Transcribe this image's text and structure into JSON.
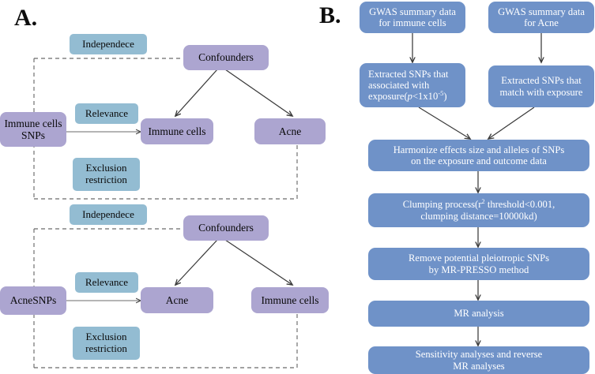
{
  "figure": {
    "panels": [
      {
        "id": "A",
        "label": "A."
      },
      {
        "id": "B",
        "label": "B."
      }
    ]
  },
  "panel_a": {
    "label": "A.",
    "diagrams": [
      {
        "id": "forward",
        "exposure_label": "Immune cells\nSNPs",
        "confounders_label": "Confounders",
        "mediator_label": "Immune cells",
        "outcome_label": "Acne",
        "assumptions": {
          "independence": "Independece",
          "relevance": "Relevance",
          "exclusion": "Exclusion\nrestriction"
        }
      },
      {
        "id": "reverse",
        "exposure_label": "AcneSNPs",
        "confounders_label": "Confounders",
        "mediator_label": "Acne",
        "outcome_label": "Immune cells",
        "assumptions": {
          "independence": "Independece",
          "relevance": "Relevance",
          "exclusion": "Exclusion\nrestriction"
        }
      }
    ]
  },
  "panel_b": {
    "label": "B.",
    "steps": {
      "gwas_immune": "GWAS summary data\nfor immune cells",
      "gwas_acne": "GWAS summary data\nfor  Acne",
      "extract_exposure_pre": "Extracted SNPs that\nassociated with\nexposure(",
      "extract_exposure_p": "p",
      "extract_exposure_mid": "<1x10",
      "extract_exposure_sup": "-5",
      "extract_exposure_post": ")",
      "extract_match": "Extracted SNPs that\nmatch with exposure",
      "harmonize": "Harmonize effects size and alleles of SNPs\non the exposure and outcome data",
      "clumping_pre": "Clumping process(r",
      "clumping_sup": "2",
      "clumping_post": " threshold<0.001,\nclumping distance=10000kd)",
      "pleiotropy": "Remove potential pleiotropic SNPs\nby MR-PRESSO method",
      "mr_analysis": "MR analysis",
      "sensitivity": "Sensitivity analyses and reverse\nMR analyses"
    }
  },
  "colors": {
    "variable_box": "#aca5d0",
    "assumption_box": "#93bcd2",
    "flow_box": "#6f92c8",
    "arrow": "#3a3a3a",
    "dashed": "#6a6a6a",
    "text_dark": "#080808",
    "text_light": "#ffffff",
    "background": "#ffffff"
  }
}
